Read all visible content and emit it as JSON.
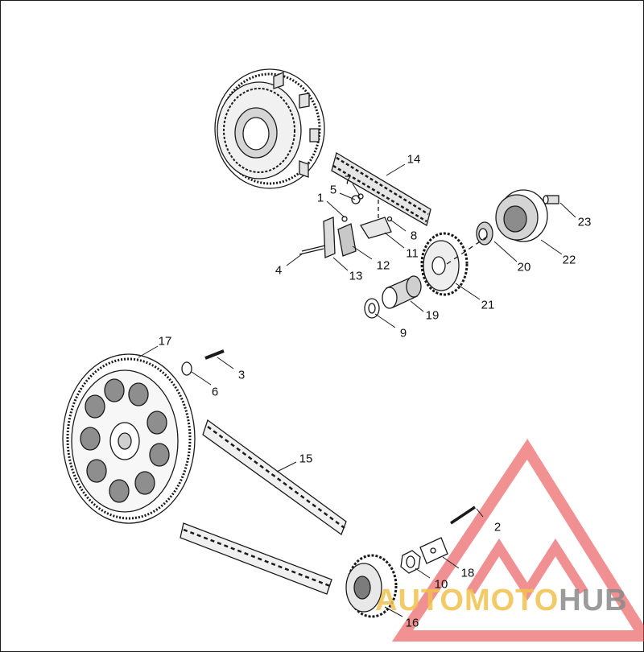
{
  "callouts": [
    {
      "id": "1",
      "label": "1"
    },
    {
      "id": "2",
      "label": "2"
    },
    {
      "id": "3",
      "label": "3"
    },
    {
      "id": "4",
      "label": "4"
    },
    {
      "id": "5",
      "label": "5"
    },
    {
      "id": "6",
      "label": "6"
    },
    {
      "id": "7",
      "label": "7"
    },
    {
      "id": "8",
      "label": "8"
    },
    {
      "id": "9",
      "label": "9"
    },
    {
      "id": "10",
      "label": "10"
    },
    {
      "id": "11",
      "label": "11"
    },
    {
      "id": "12",
      "label": "12"
    },
    {
      "id": "13",
      "label": "13"
    },
    {
      "id": "14",
      "label": "14"
    },
    {
      "id": "15",
      "label": "15"
    },
    {
      "id": "16",
      "label": "16"
    },
    {
      "id": "17",
      "label": "17"
    },
    {
      "id": "18",
      "label": "18"
    },
    {
      "id": "19",
      "label": "19"
    },
    {
      "id": "20",
      "label": "20"
    },
    {
      "id": "21",
      "label": "21"
    },
    {
      "id": "22",
      "label": "22"
    },
    {
      "id": "23",
      "label": "23"
    }
  ],
  "watermark": {
    "part_a": "AUTOMOTO",
    "part_b": "HUB",
    "logo_color": "#e8474a",
    "text_color_a": "#f2c14e",
    "text_color_b": "#8a8a8a"
  },
  "colors": {
    "line": "#1a1a1a",
    "shade": "#bdbdbd",
    "dark": "#6b6b6b"
  }
}
